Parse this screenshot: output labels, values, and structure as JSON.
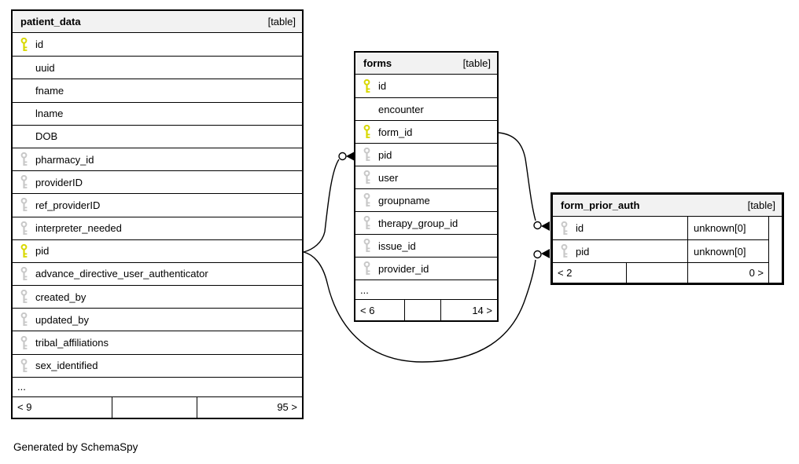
{
  "diagram": {
    "generator_note": "Generated by SchemaSpy",
    "colors": {
      "primary_key": "#d8d800",
      "indexed_key": "#c8c8c8",
      "header_bg": "#f2f2f2",
      "border": "#000000",
      "background": "#ffffff"
    },
    "tables": [
      {
        "name": "patient_data",
        "badge": "[table]",
        "columns": [
          {
            "name": "id",
            "key": "primary"
          },
          {
            "name": "uuid",
            "key": "none"
          },
          {
            "name": "fname",
            "key": "none"
          },
          {
            "name": "lname",
            "key": "none"
          },
          {
            "name": "DOB",
            "key": "none"
          },
          {
            "name": "pharmacy_id",
            "key": "indexed"
          },
          {
            "name": "providerID",
            "key": "indexed"
          },
          {
            "name": "ref_providerID",
            "key": "indexed"
          },
          {
            "name": "interpreter_needed",
            "key": "indexed"
          },
          {
            "name": "pid",
            "key": "primary"
          },
          {
            "name": "advance_directive_user_authenticator",
            "key": "indexed"
          },
          {
            "name": "created_by",
            "key": "indexed"
          },
          {
            "name": "updated_by",
            "key": "indexed"
          },
          {
            "name": "tribal_affiliations",
            "key": "indexed"
          },
          {
            "name": "sex_identified",
            "key": "indexed"
          }
        ],
        "ellipsis": "...",
        "pager": {
          "prev": "< 9",
          "mid": "",
          "next": "95 >"
        }
      },
      {
        "name": "forms",
        "badge": "[table]",
        "columns": [
          {
            "name": "id",
            "key": "primary"
          },
          {
            "name": "encounter",
            "key": "none"
          },
          {
            "name": "form_id",
            "key": "primary"
          },
          {
            "name": "pid",
            "key": "indexed"
          },
          {
            "name": "user",
            "key": "indexed"
          },
          {
            "name": "groupname",
            "key": "indexed"
          },
          {
            "name": "therapy_group_id",
            "key": "indexed"
          },
          {
            "name": "issue_id",
            "key": "indexed"
          },
          {
            "name": "provider_id",
            "key": "indexed"
          }
        ],
        "ellipsis": "...",
        "pager": {
          "prev": "< 6",
          "mid": "",
          "next": "14 >"
        }
      },
      {
        "name": "form_prior_auth",
        "badge": "[table]",
        "columns": [
          {
            "name": "id",
            "key": "indexed",
            "type": "unknown[0]"
          },
          {
            "name": "pid",
            "key": "indexed",
            "type": "unknown[0]"
          }
        ],
        "pager": {
          "prev": "< 2",
          "mid": "",
          "next": "0 >"
        }
      }
    ],
    "relationships": [
      {
        "parent": "patient_data.pid",
        "child": "forms.pid"
      },
      {
        "parent": "patient_data.pid",
        "child": "form_prior_auth.pid"
      },
      {
        "parent": "forms.form_id",
        "child": "form_prior_auth.id"
      }
    ]
  }
}
